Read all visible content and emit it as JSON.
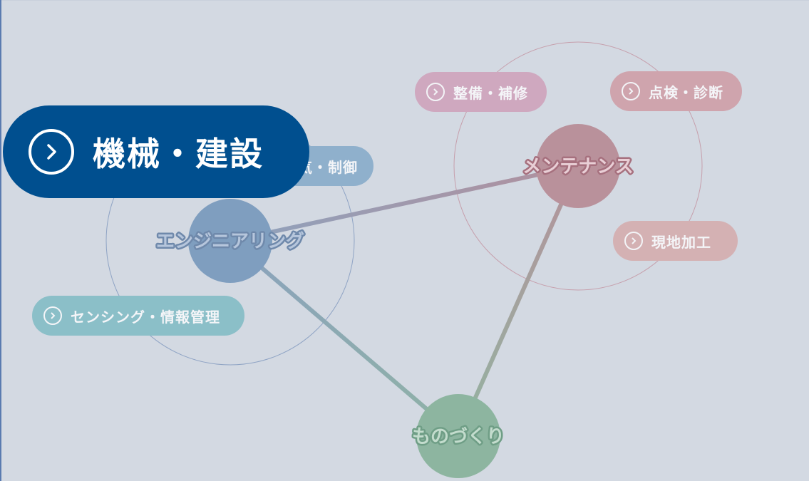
{
  "diagram": {
    "hubs": {
      "engineering": {
        "label": "エンジニアリング",
        "color": "#7f9ebf",
        "ring_color": "#8ea3c4",
        "text_color": "#b6c6dc",
        "outline_color": "#6f89ab"
      },
      "maintenance": {
        "label": "メンテナンス",
        "color": "#b9919b",
        "ring_color": "#c69fac",
        "text_color": "#e9cfd6",
        "outline_color": "#a6707e"
      },
      "manufacturing": {
        "label": "ものづくり",
        "color": "#8db5a0",
        "ring_color": "#8db5a0",
        "text_color": "#c3dccd",
        "outline_color": "#6f9e86"
      }
    },
    "links": [
      {
        "from": "engineering",
        "to": "maintenance",
        "color_from": "#8ea2bd",
        "color_to": "#b1909d"
      },
      {
        "from": "engineering",
        "to": "manufacturing",
        "color_from": "#8aa2bd",
        "color_to": "#8fb2a6"
      },
      {
        "from": "maintenance",
        "to": "manufacturing",
        "color_from": "#b4929b",
        "color_to": "#93b3a1"
      }
    ],
    "pills": {
      "featured": {
        "label": "機械・建設",
        "color": "#004f8f"
      },
      "electric": {
        "label": "電気・制御",
        "color": "#8fb0cc"
      },
      "sensing": {
        "label": "センシング・情報管理",
        "color": "#8bbfc8"
      },
      "repair": {
        "label": "整備・補修",
        "color": "#cfa8bf"
      },
      "inspection": {
        "label": "点検・診断",
        "color": "#cfa4ad"
      },
      "onsite": {
        "label": "現地加工",
        "color": "#d4b1b3"
      }
    }
  }
}
